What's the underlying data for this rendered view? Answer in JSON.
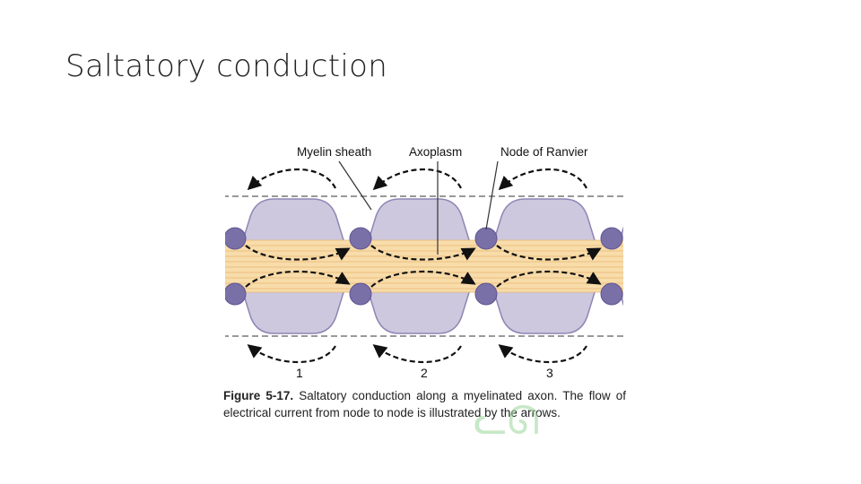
{
  "slide": {
    "title": "Saltatory conduction"
  },
  "figure": {
    "labels": {
      "myelin_sheath": "Myelin sheath",
      "axoplasm": "Axoplasm",
      "node_of_ranvier": "Node of Ranvier"
    },
    "segments": [
      "1",
      "2",
      "3"
    ],
    "caption_number": "Figure 5-17.",
    "caption_text": "Saltatory conduction along a myelinated axon. The flow of electrical current from node to node is illustrated by the arrows.",
    "watermark_text": "ᓚᘏ",
    "colors": {
      "myelin": "#cdc8de",
      "myelin_stroke": "#8f86b4",
      "axoplasm": "#f8dcaa",
      "axoplasm_lines": "#e6b772",
      "node": "#7a70a8",
      "arrows": "#111111"
    }
  }
}
